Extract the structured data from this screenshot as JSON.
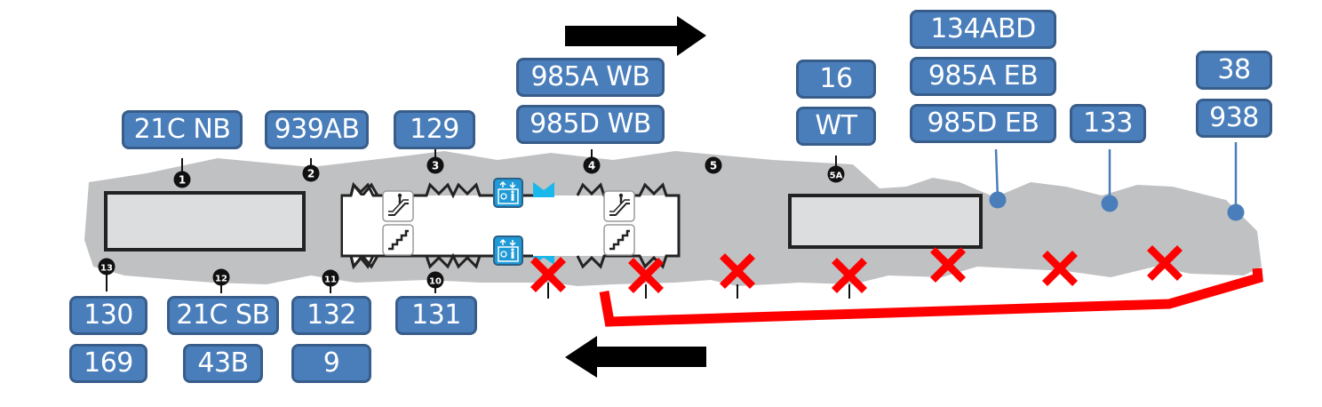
{
  "colors": {
    "station_fill": "#c0c1c3",
    "platform_fill": "#dcdddf",
    "label_fill": "#4a7ebb",
    "label_border": "#385d8a",
    "closure_red": "#ff0000",
    "accessible_blue": "#1f9ad6",
    "stop_dot": "#4a7ebb"
  },
  "flow_arrows": [
    {
      "direction": "east",
      "icon": "arrow-right-icon"
    },
    {
      "direction": "west",
      "icon": "arrow-left-icon"
    }
  ],
  "exits": [
    {
      "id": "1"
    },
    {
      "id": "2"
    },
    {
      "id": "3"
    },
    {
      "id": "4"
    },
    {
      "id": "5"
    },
    {
      "id": "5A"
    },
    {
      "id": "10"
    },
    {
      "id": "11"
    },
    {
      "id": "12"
    },
    {
      "id": "13"
    }
  ],
  "route_groups": [
    {
      "exit": "1",
      "routes": [
        "21C NB"
      ]
    },
    {
      "exit": "2",
      "routes": [
        "939AB"
      ]
    },
    {
      "exit": "3",
      "routes": [
        "129"
      ]
    },
    {
      "exit": "4",
      "routes": [
        "985A WB",
        "985D WB"
      ]
    },
    {
      "exit": "5A",
      "routes": [
        "16",
        "WT"
      ]
    },
    {
      "exit": "stop-a",
      "routes": [
        "134ABD",
        "985A EB",
        "985D EB"
      ]
    },
    {
      "exit": "stop-b",
      "routes": [
        "133"
      ]
    },
    {
      "exit": "stop-c",
      "routes": [
        "38",
        "938"
      ]
    },
    {
      "exit": "13",
      "routes": [
        "130",
        "169"
      ]
    },
    {
      "exit": "12",
      "routes": [
        "21C SB",
        "43B"
      ]
    },
    {
      "exit": "11",
      "routes": [
        "132",
        "9"
      ]
    },
    {
      "exit": "10",
      "routes": [
        "131"
      ]
    }
  ],
  "facilities": [
    {
      "type": "escalator",
      "icon": "escalator-icon"
    },
    {
      "type": "stairs",
      "icon": "stairs-icon"
    },
    {
      "type": "elevator",
      "icon": "elevator-icon"
    },
    {
      "type": "accessible-gate",
      "icon": "accessible-gate-icon"
    }
  ],
  "closures": {
    "count": 7,
    "icon": "closed-x-icon"
  }
}
